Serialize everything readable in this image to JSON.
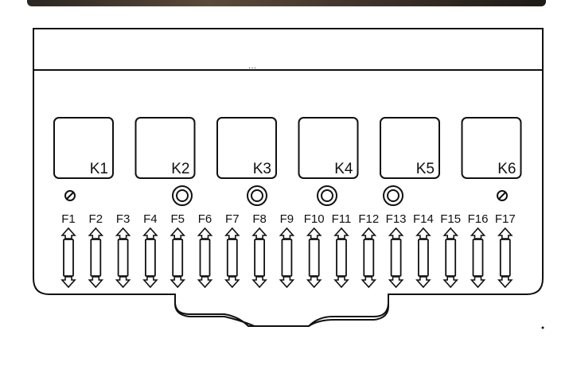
{
  "relays": [
    "K1",
    "K2",
    "K3",
    "K4",
    "K5",
    "K6"
  ],
  "fuses": [
    "F1",
    "F2",
    "F3",
    "F4",
    "F5",
    "F6",
    "F7",
    "F8",
    "F9",
    "F10",
    "F11",
    "F12",
    "F13",
    "F14",
    "F15",
    "F16",
    "F17"
  ],
  "relay_markers": [
    "screw",
    "ring",
    "ring",
    "ring",
    "ring",
    "screw"
  ]
}
